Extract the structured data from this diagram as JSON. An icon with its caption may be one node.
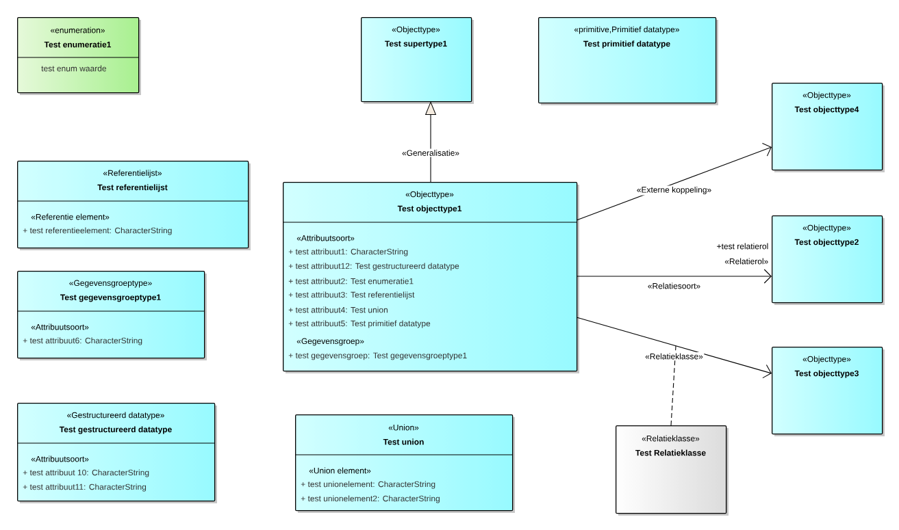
{
  "diagram": {
    "nodes": [
      {
        "text": [
          "«enumeration»",
          "Test enumeratie1",
          "test enum waarde"
        ]
      },
      {
        "text": [
          "«Objecttype»",
          "Test supertype1"
        ]
      },
      {
        "text": [
          "«primitive,Primitief datatype»",
          "Test primitief datatype"
        ]
      },
      {
        "text": [
          "«Objecttype»",
          "Test objecttype4"
        ]
      },
      {
        "text": [
          "«Referentielijst»",
          "Test referentielijst",
          "«Referentie element»",
          "+ test referentieelement: CharacterString"
        ]
      },
      {
        "text": [
          "«Objecttype»",
          "Test objecttype1",
          "«Attribuutsoort»",
          "+ test attribuut1: CharacterString",
          "+ test attribuut12: Test gestructureerd datatype",
          "+ test attribuut2: Test enumeratie1",
          "+ test attribuut3: Test referentielijst",
          "+ test attribuut4: Test union",
          "+ test attribuut5: Test primitief datatype",
          "«Gegevensgroep»",
          "+ test gegevensgroep: Test gegevensgroeptype1"
        ]
      },
      {
        "text": [
          "«Objecttype»",
          "Test objecttype2"
        ]
      },
      {
        "text": [
          "«Gegevensgroeptype»",
          "Test gegevensgroeptype1",
          "«Attribuutsoort»",
          "+ test attribuut6: CharacterString"
        ]
      },
      {
        "text": [
          "«Objecttype»",
          "Test objecttype3"
        ]
      },
      {
        "text": [
          "«Gestructureerd datatype»",
          "Test gestructureerd datatype",
          "«Attribuutsoort»",
          "+ test attribuut 10: CharacterString",
          "+ test attribuut11: CharacterString"
        ]
      },
      {
        "text": [
          "«Union»",
          "Test union",
          "«Union element»",
          "+ test unionelement: CharacterString",
          "+ test unionelement2: CharacterString"
        ]
      },
      {
        "text": [
          "«Relatieklasse»",
          "Test Relatieklasse"
        ]
      }
    ],
    "edges": [
      {
        "from": 5,
        "to": 1,
        "arrow": "to",
        "label": "«Generalisatie»"
      },
      {
        "from": 5,
        "to": 3,
        "arrow": "to",
        "label": "«Externe koppeling»"
      },
      {
        "from": 5,
        "to": 6,
        "arrow": "to",
        "label": "«Relatiesoort»"
      },
      {
        "from": 5,
        "to": 8,
        "arrow": "to",
        "label": "«Relatieklasse»"
      },
      {
        "from": 11,
        "to": null,
        "arrow": "none",
        "style": "dashed"
      }
    ],
    "labels": [
      "+test relatierol",
      "«Relatierol»"
    ]
  }
}
